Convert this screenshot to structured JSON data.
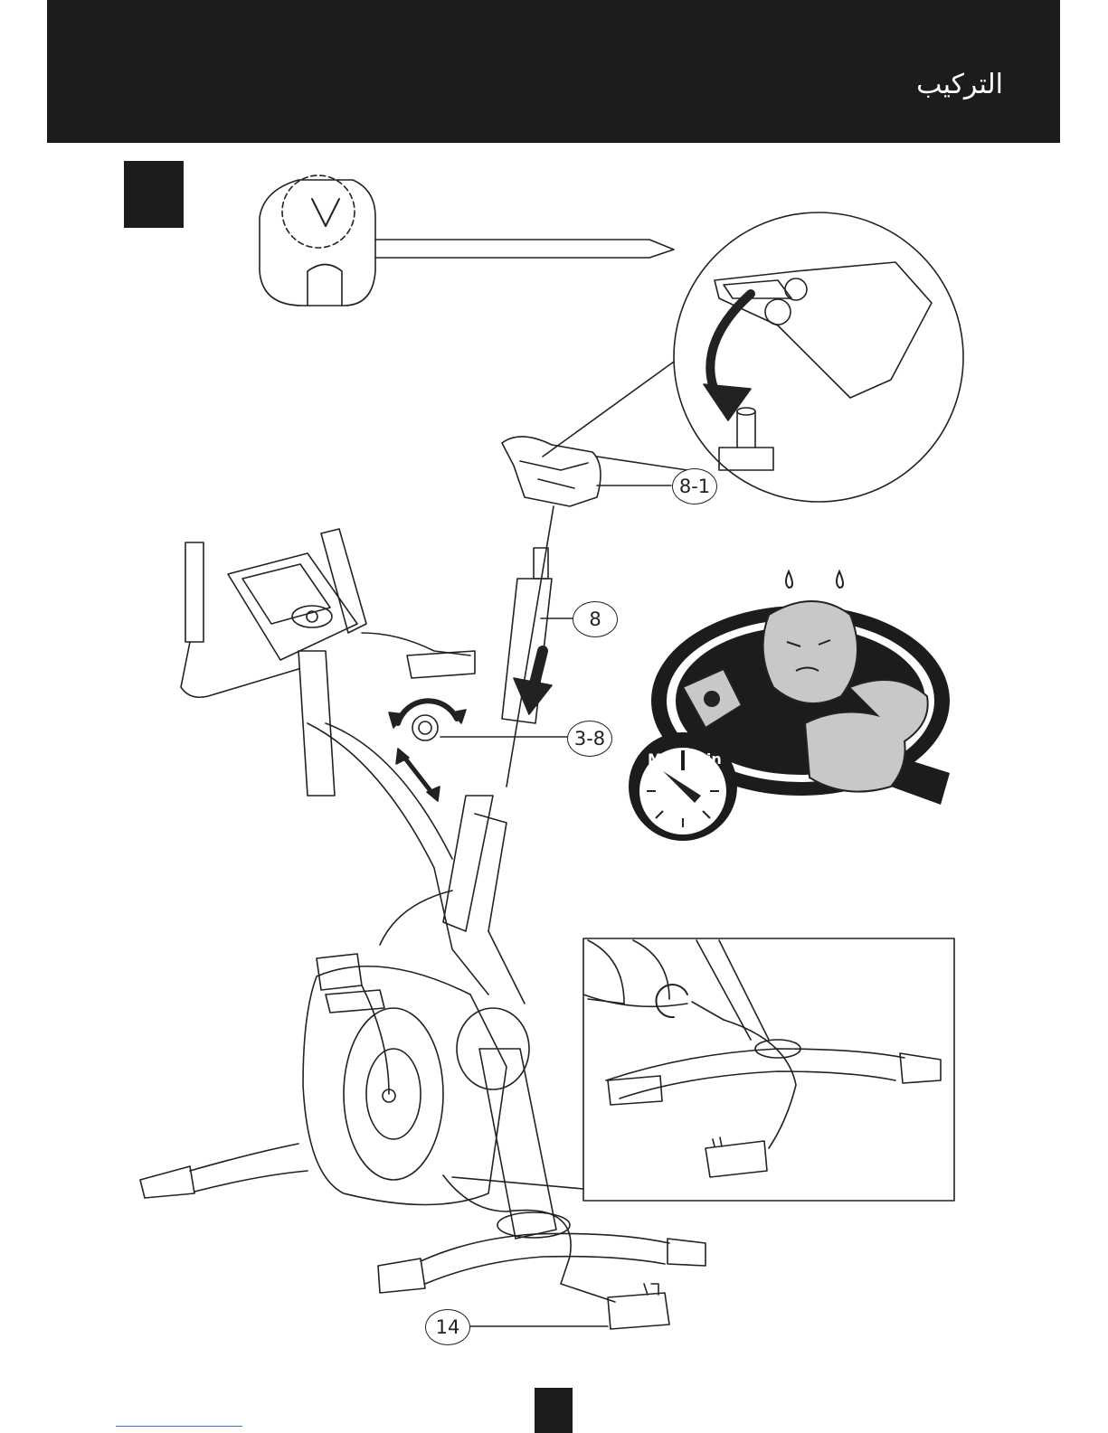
{
  "header": {
    "title": "التركيب"
  },
  "gauge": {
    "max_label": "Max",
    "min_label": "Min"
  },
  "callouts": {
    "seat": "8-1",
    "seat_post": "8",
    "knob": "3-8",
    "adapter": "14"
  }
}
